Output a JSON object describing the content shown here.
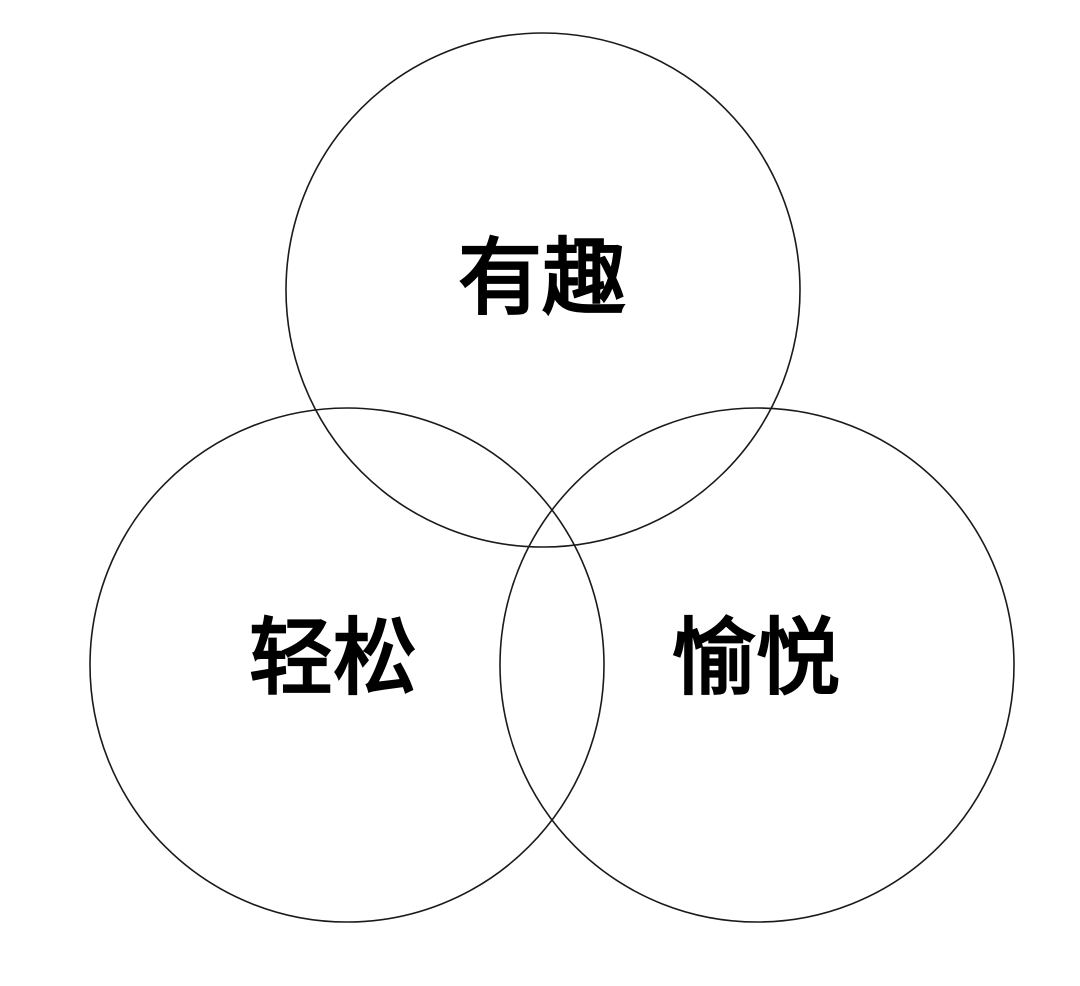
{
  "colors": {
    "background": "#ffffff",
    "stroke": "#1a1a1a",
    "text": "#000000"
  },
  "sets": {
    "top": {
      "label": "有趣"
    },
    "left": {
      "label": "轻松"
    },
    "right": {
      "label": "愉悦"
    }
  }
}
